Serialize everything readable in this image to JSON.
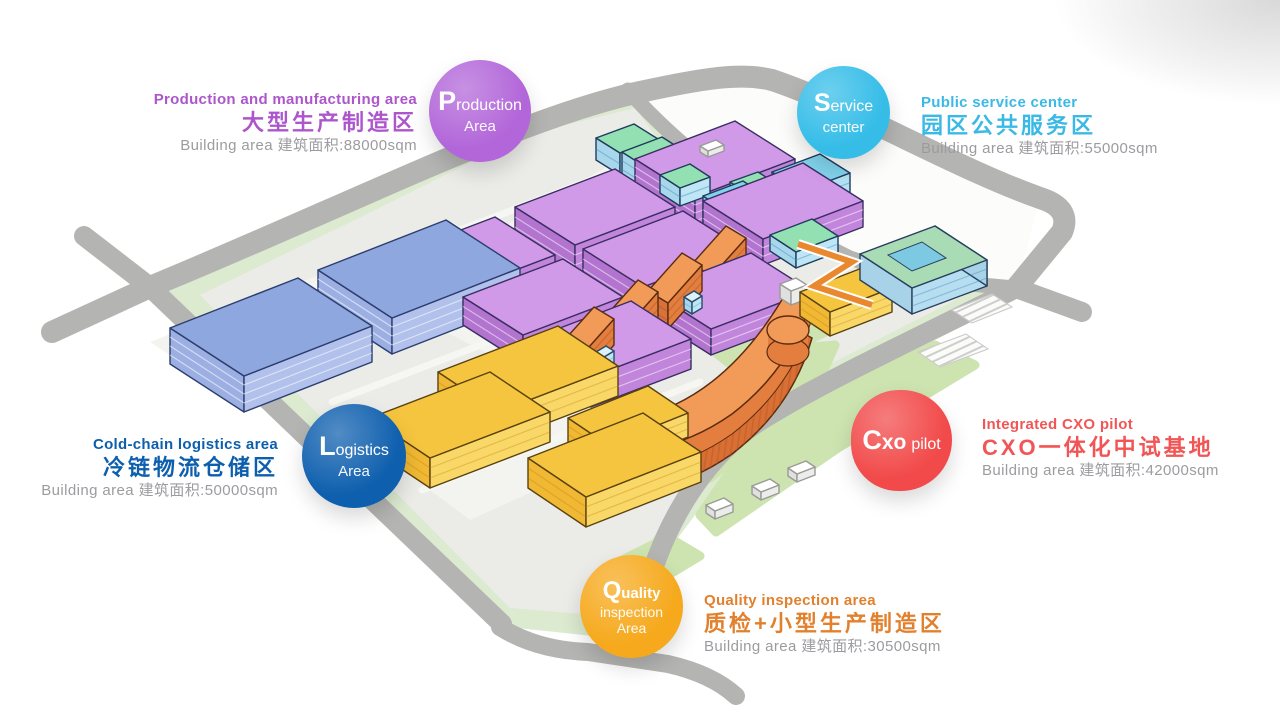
{
  "colors": {
    "production": "#b266d9",
    "service": "#35bde8",
    "logistics": "#0e5fae",
    "cxo": "#f24a4a",
    "quality": "#f6a91c",
    "area_text_gray": "#9c9ca0",
    "road_gray": "#b4b4b2",
    "site_green": "#dcead0"
  },
  "zones": [
    {
      "id": "production",
      "badge": {
        "big": "P",
        "rest": "roduction",
        "line2": "Area"
      },
      "title_en": "Production and manufacturing area",
      "title_zh": "大型生产制造区",
      "area_label": "Building area 建筑面积:88000sqm",
      "color": "#b266d9"
    },
    {
      "id": "service",
      "badge": {
        "big": "S",
        "rest": "ervice",
        "line2": "center"
      },
      "title_en": "Public service center",
      "title_zh": "园区公共服务区",
      "area_label": "Building area 建筑面积:55000sqm",
      "color": "#35bde8"
    },
    {
      "id": "logistics",
      "badge": {
        "big": "L",
        "rest": "ogistics",
        "line2": "Area"
      },
      "title_en": "Cold-chain logistics area",
      "title_zh": "冷链物流仓储区",
      "area_label": "Building area 建筑面积:50000sqm",
      "color": "#0e5fae"
    },
    {
      "id": "cxo",
      "badge": {
        "big": "C",
        "rest": "xo",
        "tail": "pilot"
      },
      "title_en": "Integrated CXO pilot",
      "title_zh": "CXO一体化中试基地",
      "area_label": "Building area 建筑面积:42000sqm",
      "color": "#f24a4a"
    },
    {
      "id": "quality",
      "badge": {
        "big": "Q",
        "rest": "uality",
        "line2": "inspection",
        "line3": "Area"
      },
      "title_en": "Quality inspection area",
      "title_zh": "质检+小型生产制造区",
      "area_label": "Building area 建筑面积:30500sqm",
      "color": "#f6a91c"
    }
  ],
  "map": {
    "palettes": {
      "purple": {
        "roof": "#d19ae8",
        "front": "#c285dc",
        "side": "#b274ce",
        "stripe": "rgba(255,255,255,0.5)",
        "stroke": "#3a2d62"
      },
      "blue": {
        "roof": "#8fa7df",
        "front": "#b1c1eb",
        "side": "#9cafe2",
        "stripe": "rgba(255,255,255,0.55)",
        "stroke": "#2c3e6e"
      },
      "yellow": {
        "roof": "#f6c53f",
        "front": "#f9d867",
        "side": "#f0b833",
        "stripe": "rgba(190,130,20,0.35)",
        "stroke": "#5a4210"
      },
      "teal": {
        "roof": "#93e0b2",
        "front": "#bfe6f5",
        "side": "#a8d7ec",
        "stripe": "rgba(70,140,190,0.45)",
        "stroke": "#1e3c5c"
      },
      "tealblue": {
        "roof": "#81d3ec",
        "front": "#b4e2f4",
        "side": "#97d2ea",
        "stripe": "rgba(70,140,190,0.45)",
        "stroke": "#1e3c5c"
      },
      "glass": {
        "roof": "#dcf1fa",
        "front": "#bfe6f5",
        "side": "#a8d7ec",
        "stripe": "rgba(70,140,190,0.3)",
        "stroke": "#2a4a66"
      },
      "white": {
        "roof": "#ffffff",
        "front": "#ececea",
        "side": "#e0e0de",
        "stripe": "rgba(0,0,0,0)",
        "stroke": "#9a9a96"
      },
      "orange": {
        "roof": "#f29a58",
        "front": "#e37e3e",
        "side": "#d9713a",
        "stripe": "rgba(120,55,15,0.25)",
        "stroke": "#5c2c10"
      }
    },
    "buildings_back": [
      [
        596,
        138,
        38,
        -14,
        24,
        15,
        22,
        "teal"
      ],
      [
        622,
        152,
        40,
        -15,
        25,
        16,
        26,
        "teal"
      ],
      [
        686,
        158,
        38,
        -14,
        24,
        15,
        26,
        "teal"
      ],
      [
        660,
        175,
        30,
        -11,
        20,
        13,
        18,
        "teal"
      ],
      [
        730,
        182,
        28,
        -10,
        19,
        12,
        20,
        "teal"
      ],
      [
        772,
        172,
        48,
        -18,
        30,
        19,
        58,
        "tealblue"
      ],
      [
        703,
        196,
        40,
        -15,
        26,
        17,
        34,
        "tealblue"
      ],
      [
        770,
        235,
        42,
        -16,
        26,
        17,
        16,
        "teal"
      ],
      [
        635,
        159,
        100,
        -38,
        60,
        38,
        32,
        "purple"
      ],
      [
        703,
        201,
        100,
        -38,
        60,
        38,
        26,
        "purple"
      ],
      [
        515,
        207,
        100,
        -38,
        60,
        38,
        30,
        "purple"
      ],
      [
        583,
        249,
        100,
        -38,
        60,
        38,
        30,
        "purple"
      ],
      [
        395,
        255,
        100,
        -38,
        60,
        38,
        26,
        "purple"
      ],
      [
        651,
        291,
        100,
        -38,
        60,
        38,
        26,
        "purple"
      ],
      [
        463,
        297,
        100,
        -38,
        60,
        38,
        28,
        "purple"
      ],
      [
        531,
        339,
        100,
        -38,
        60,
        38,
        30,
        "purple"
      ],
      [
        318,
        270,
        128,
        -50,
        74,
        48,
        36,
        "blue"
      ],
      [
        170,
        328,
        128,
        -50,
        74,
        48,
        36,
        "blue"
      ],
      [
        560,
        345,
        34,
        -38,
        20,
        12,
        26,
        "orange"
      ],
      [
        604,
        318,
        34,
        -38,
        20,
        12,
        26,
        "orange"
      ],
      [
        648,
        291,
        34,
        -38,
        20,
        12,
        26,
        "orange"
      ],
      [
        692,
        264,
        34,
        -38,
        20,
        12,
        26,
        "orange"
      ],
      [
        596,
        352,
        10,
        -6,
        8,
        5,
        12,
        "glass"
      ],
      [
        640,
        325,
        10,
        -6,
        8,
        5,
        12,
        "glass"
      ],
      [
        684,
        297,
        10,
        -6,
        8,
        5,
        12,
        "glass"
      ]
    ],
    "buildings_front": [
      [
        800,
        292,
        62,
        -24,
        30,
        20,
        24,
        "yellow"
      ],
      [
        438,
        372,
        120,
        -46,
        60,
        40,
        30,
        "yellow"
      ],
      [
        370,
        418,
        120,
        -46,
        60,
        40,
        30,
        "yellow"
      ],
      [
        568,
        418,
        80,
        -32,
        40,
        27,
        24,
        "yellow"
      ],
      [
        528,
        458,
        115,
        -45,
        58,
        39,
        30,
        "yellow"
      ],
      [
        780,
        284,
        16,
        -6,
        11,
        7,
        14,
        "white"
      ],
      [
        700,
        146,
        16,
        -6,
        8,
        5,
        6,
        "white"
      ],
      [
        788,
        468,
        18,
        -7,
        9,
        6,
        8,
        "white"
      ],
      [
        752,
        486,
        18,
        -7,
        9,
        6,
        8,
        "white"
      ],
      [
        706,
        505,
        18,
        -7,
        9,
        6,
        8,
        "white"
      ]
    ]
  }
}
